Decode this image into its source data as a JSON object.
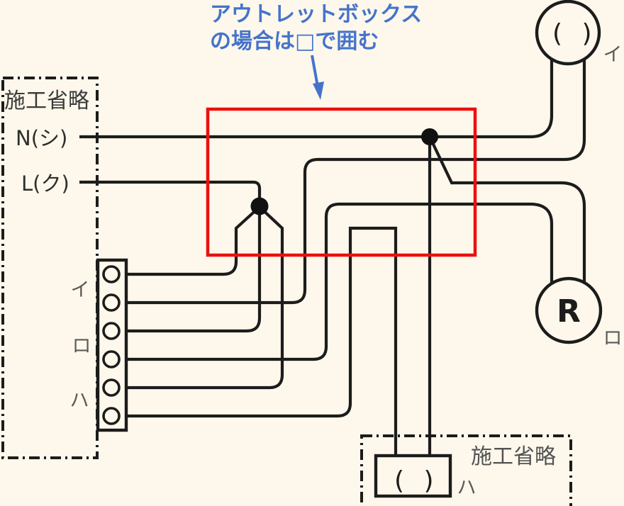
{
  "annotation": {
    "line1": "アウトレットボックス",
    "line2": "の場合は□で囲む"
  },
  "source_panel": {
    "label": "施工省略",
    "neutral_label": "N(シ)",
    "live_label": "L(ク)"
  },
  "switch_box": {
    "label_i": "イ",
    "label_ro": "ロ",
    "label_ha": "ハ"
  },
  "lamp_i": {
    "symbol": "( )",
    "label": "イ"
  },
  "lamp_r": {
    "symbol": "R",
    "label": "ロ"
  },
  "lamp_ha": {
    "symbol": "( )",
    "label": "ハ"
  },
  "bottom_panel": {
    "label": "施工省略"
  },
  "colors": {
    "background": "#FDF8EB",
    "wire_black": "#1c1c1c",
    "outlet_box_red": "#ED0F0F",
    "annotation_blue": "#4573CC",
    "label_gray": "#5a5a5a",
    "text_dark": "#2e2e2e"
  }
}
